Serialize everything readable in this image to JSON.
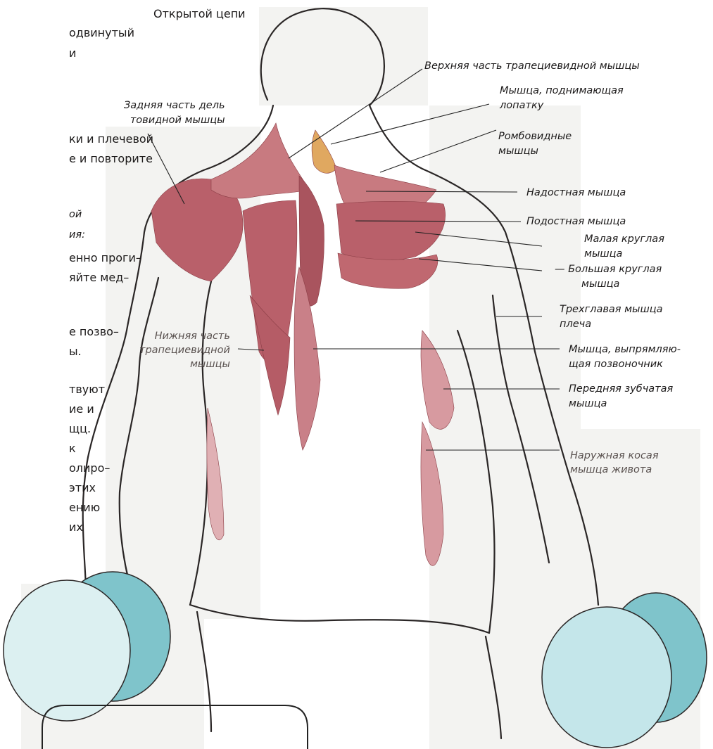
{
  "side_text": {
    "lines": [
      "Открытой цепи",
      "одвинутый",
      "и",
      "ки и плечевой",
      "е и повторите",
      "ой",
      "ия:",
      "енно проги–",
      "яйте мед–",
      "е позво–",
      "ы.",
      "твуют",
      "ие и",
      "щц.",
      "к",
      "олиро–",
      "этих",
      "ению",
      "их"
    ]
  },
  "labels": {
    "zadnyaya_deltovidnaya": [
      "Задняя часть дель",
      "товидной мышцы"
    ],
    "verkhnyaya_trapeciya": [
      "Верхняя часть трапециевидной мышцы"
    ],
    "podnimayushchaya_lopatku": [
      "Мышца,  поднимающая",
      "лопатку"
    ],
    "romboidnye": [
      "Ромбовидные",
      "мышцы"
    ],
    "nadostnaya": [
      "Надостная  мышца"
    ],
    "podostnaya": [
      "Подостная  мышца"
    ],
    "malaya_kruglaya": [
      "Малая  круглая",
      "мышца"
    ],
    "bolshaya_kruglaya": [
      "—  Большая  круглая",
      "мышца"
    ],
    "trekhglavaya": [
      "Трехглавая мышца",
      "плеча"
    ],
    "vypryamlyayushchaya": [
      "Мышца,   выпрямляю-",
      "щая  позвоночник"
    ],
    "perednyaya_zubchataya": [
      "Передняя  зубчатая",
      "мышца"
    ],
    "nizhnyaya_trapeciya": [
      "Нижняя часть",
      "трапециевидной",
      "мышцы"
    ],
    "naruzhnaya_kosaya": [
      "Наружная косая",
      "мышца живота"
    ]
  },
  "colors": {
    "muscle": "#b9606a",
    "muscle_light": "#d79aa0",
    "levator": "#e0a860",
    "dumbbell_face": "#dcf0f1",
    "dumbbell_side": "#7fc4cb",
    "outline": "#2a2626"
  }
}
